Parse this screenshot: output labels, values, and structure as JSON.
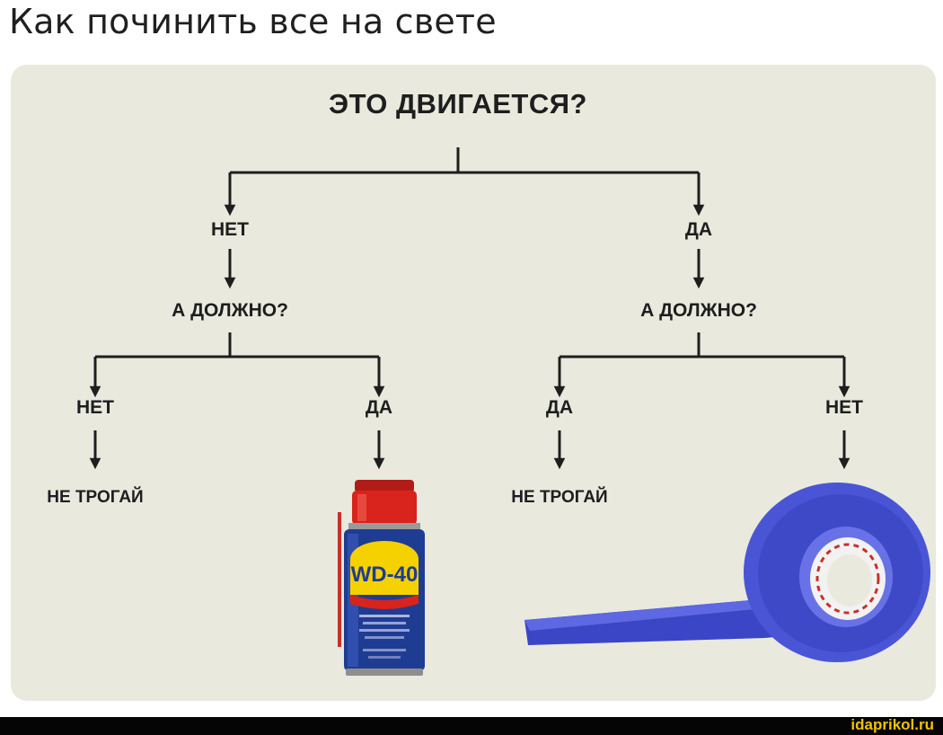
{
  "post": {
    "title": "Как починить все на свете"
  },
  "flowchart": {
    "root_question": "ЭТО ДВИГАЕТСЯ?",
    "left_branch": {
      "answer": "НЕТ",
      "question": "А ДОЛЖНО?",
      "left": {
        "answer": "НЕТ",
        "result": "НЕ ТРОГАЙ"
      },
      "right": {
        "answer": "ДА",
        "result_image": "wd-40-spray-can"
      }
    },
    "right_branch": {
      "answer": "ДА",
      "question": "А ДОЛЖНО?",
      "left": {
        "answer": "ДА",
        "result": "НЕ ТРОГАЙ"
      },
      "right": {
        "answer": "НЕТ",
        "result_image": "blue-duct-tape-roll"
      }
    },
    "images": {
      "can_label": "WD-40"
    },
    "colors": {
      "background": "#e9e9de",
      "lines": "#1e1e1e",
      "tape": "#4a55d6",
      "can_body": "#1f3c93",
      "can_cap": "#d8241c",
      "can_label": "#f5d100"
    }
  },
  "footer": {
    "watermark": "idaprikol.ru"
  }
}
